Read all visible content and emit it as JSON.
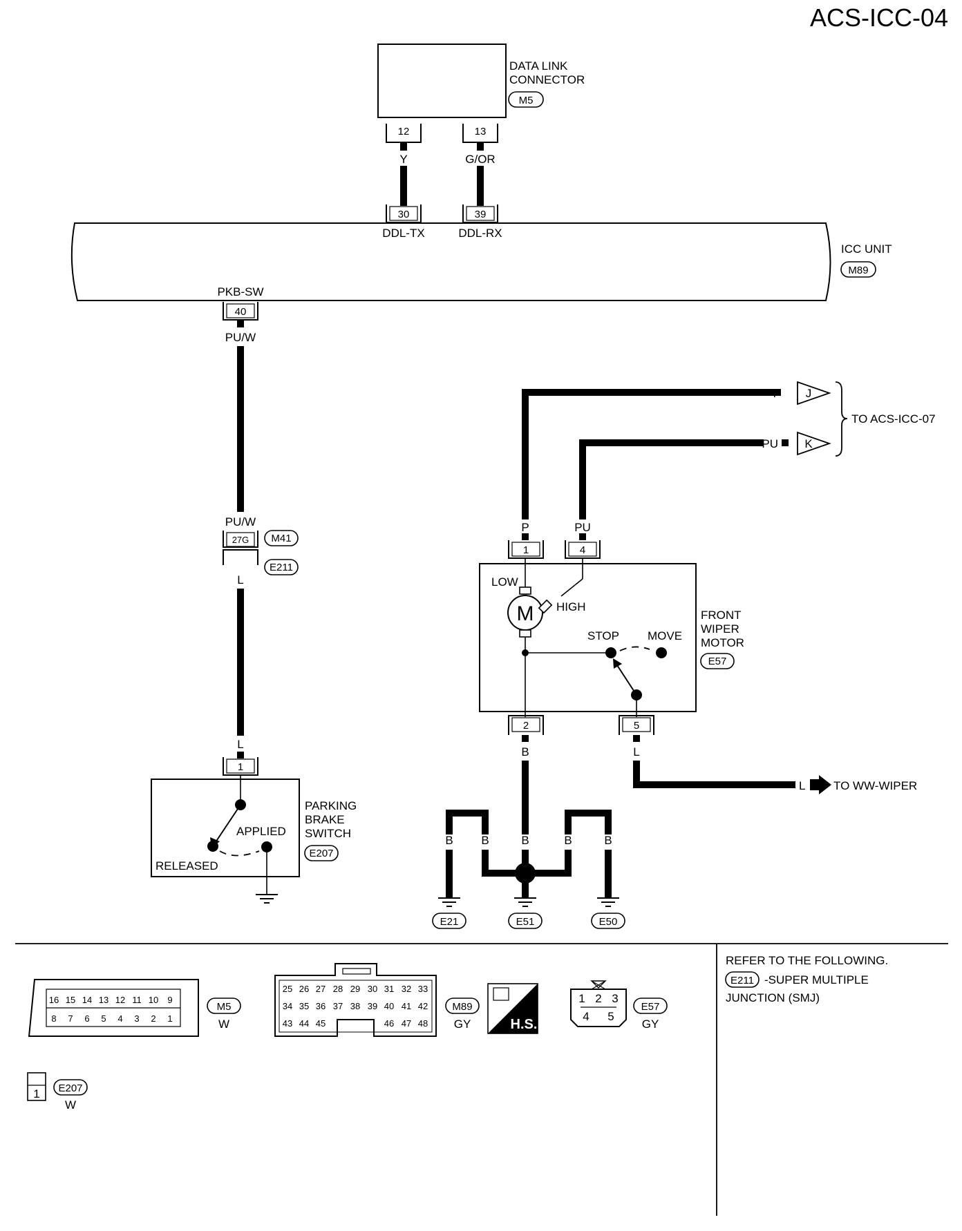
{
  "page_id": "ACS-ICC-04",
  "data_link_connector": {
    "name_line1": "DATA LINK",
    "name_line2": "CONNECTOR",
    "conn": "M5",
    "pin_a": "12",
    "pin_b": "13",
    "wire_a": "Y",
    "wire_b": "G/OR"
  },
  "icc_unit": {
    "name": "ICC UNIT",
    "conn": "M89",
    "pin_tx": "30",
    "pin_rx": "39",
    "sig_tx": "DDL-TX",
    "sig_rx": "DDL-RX",
    "pin_pkb": "40",
    "sig_pkb": "PKB-SW"
  },
  "smj": {
    "wire_upper": "PU/W",
    "wire_lower": "PU/W",
    "pin": "27G",
    "conn_upper": "M41",
    "conn_lower": "E211",
    "wire_out": "L"
  },
  "parking_brake": {
    "line1": "PARKING",
    "line2": "BRAKE",
    "line3": "SWITCH",
    "conn": "E207",
    "pin": "1",
    "wire": "L",
    "applied": "APPLIED",
    "released": "RELEASED"
  },
  "wiper_motor": {
    "line1": "FRONT",
    "line2": "WIPER",
    "line3": "MOTOR",
    "conn": "E57",
    "pin1": "1",
    "pin4": "4",
    "pin2": "2",
    "pin5": "5",
    "wire1": "P",
    "wire4": "PU",
    "wire2": "B",
    "wire5": "L",
    "low": "LOW",
    "high": "HIGH",
    "stop": "STOP",
    "move": "MOVE",
    "motor": "M"
  },
  "offpage": {
    "wire_p": "P",
    "ref_j": "J",
    "wire_pu": "PU",
    "ref_k": "K",
    "to_text": "TO ACS-ICC-07",
    "wire_l": "L",
    "to_ww": "TO WW-WIPER"
  },
  "grounds": {
    "b": "B",
    "g1": "E21",
    "g2": "E51",
    "g3": "E50"
  },
  "legend": {
    "refer": "REFER TO THE FOLLOWING.",
    "refer_conn": "E211",
    "refer_text1": "-SUPER MULTIPLE",
    "refer_text2": "JUNCTION (SMJ)",
    "m5_id": "M5",
    "m5_color": "W",
    "m5_top": [
      "16",
      "15",
      "14",
      "13",
      "12",
      "11",
      "10",
      "9"
    ],
    "m5_bot": [
      "8",
      "7",
      "6",
      "5",
      "4",
      "3",
      "2",
      "1"
    ],
    "m89_id": "M89",
    "m89_color": "GY",
    "m89_r1": [
      "25",
      "26",
      "27",
      "28",
      "29",
      "30",
      "31",
      "32",
      "33"
    ],
    "m89_r2": [
      "34",
      "35",
      "36",
      "37",
      "38",
      "39",
      "40",
      "41",
      "42"
    ],
    "m89_r3a": [
      "43",
      "44",
      "45"
    ],
    "m89_r3b": [
      "46",
      "47",
      "48"
    ],
    "hs": "H.S.",
    "e57_id": "E57",
    "e57_color": "GY",
    "e57_top": [
      "1",
      "2",
      "3"
    ],
    "e57_bot": [
      "4",
      "5"
    ],
    "e207_id": "E207",
    "e207_color": "W",
    "e207_pin": "1"
  }
}
